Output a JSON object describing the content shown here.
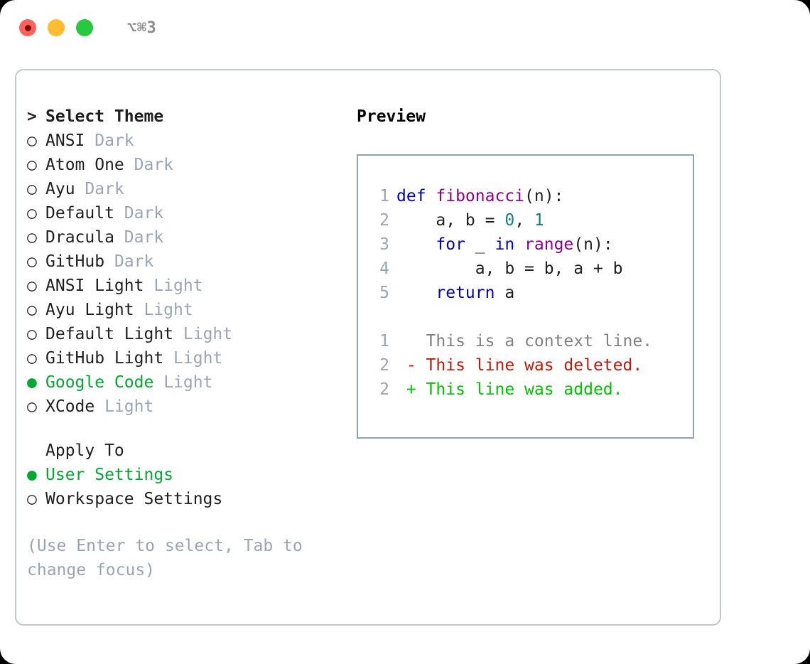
{
  "window": {
    "shortcut_label": "⌥⌘3",
    "traffic_lights": [
      {
        "name": "close",
        "color": "#ff6159"
      },
      {
        "name": "minimize",
        "color": "#febc2e"
      },
      {
        "name": "zoom",
        "color": "#28c840"
      }
    ]
  },
  "theme_list": {
    "header_marker": ">",
    "header_label": "Select Theme",
    "bullet_selected": "●",
    "bullet_unselected": "○",
    "items": [
      {
        "label": "ANSI",
        "suffix": "Dark",
        "selected": false
      },
      {
        "label": "Atom One",
        "suffix": "Dark",
        "selected": false
      },
      {
        "label": "Ayu",
        "suffix": "Dark",
        "selected": false
      },
      {
        "label": "Default",
        "suffix": "Dark",
        "selected": false
      },
      {
        "label": "Dracula",
        "suffix": "Dark",
        "selected": false
      },
      {
        "label": "GitHub",
        "suffix": "Dark",
        "selected": false
      },
      {
        "label": "ANSI Light",
        "suffix": "Light",
        "selected": false
      },
      {
        "label": "Ayu Light",
        "suffix": "Light",
        "selected": false
      },
      {
        "label": "Default Light",
        "suffix": "Light",
        "selected": false
      },
      {
        "label": "GitHub Light",
        "suffix": "Light",
        "selected": false
      },
      {
        "label": "Google Code",
        "suffix": "Light",
        "selected": true
      },
      {
        "label": "XCode",
        "suffix": "Light",
        "selected": false
      }
    ]
  },
  "apply_to": {
    "header_label": "Apply To",
    "items": [
      {
        "label": "User Settings",
        "selected": true
      },
      {
        "label": "Workspace Settings",
        "selected": false
      }
    ]
  },
  "hint": {
    "text": "(Use Enter to select, Tab to change focus)"
  },
  "preview": {
    "title": "Preview",
    "code_lines": [
      {
        "number": "1",
        "tokens": [
          {
            "text": "def ",
            "kind": "kw"
          },
          {
            "text": "fibonacci",
            "kind": "fn"
          },
          {
            "text": "(n):",
            "kind": "txt"
          }
        ]
      },
      {
        "number": "2",
        "tokens": [
          {
            "text": "    a, b = ",
            "kind": "txt"
          },
          {
            "text": "0",
            "kind": "num"
          },
          {
            "text": ", ",
            "kind": "txt"
          },
          {
            "text": "1",
            "kind": "num"
          }
        ]
      },
      {
        "number": "3",
        "tokens": [
          {
            "text": "    ",
            "kind": "txt"
          },
          {
            "text": "for",
            "kind": "kw"
          },
          {
            "text": " _ ",
            "kind": "txt"
          },
          {
            "text": "in",
            "kind": "kw"
          },
          {
            "text": " ",
            "kind": "txt"
          },
          {
            "text": "range",
            "kind": "fn"
          },
          {
            "text": "(n):",
            "kind": "txt"
          }
        ]
      },
      {
        "number": "4",
        "tokens": [
          {
            "text": "        a, b = b, a + b",
            "kind": "txt"
          }
        ]
      },
      {
        "number": "5",
        "tokens": [
          {
            "text": "    ",
            "kind": "txt"
          },
          {
            "text": "return",
            "kind": "kw"
          },
          {
            "text": " a",
            "kind": "txt"
          }
        ]
      }
    ],
    "diff_lines": [
      {
        "number": "1",
        "tokens": [
          {
            "text": "   This is a context line.",
            "kind": "ctx"
          }
        ]
      },
      {
        "number": "2",
        "tokens": [
          {
            "text": " - This line was deleted.",
            "kind": "del"
          }
        ]
      },
      {
        "number": "2",
        "tokens": [
          {
            "text": " + This line was added.",
            "kind": "add"
          }
        ]
      }
    ]
  },
  "colors": {
    "accent_green": "#00a832",
    "muted": "#9aa5b4",
    "panel_border": "#bfc7d1",
    "preview_border": "#8fa3b5",
    "keyword": "#0000c0",
    "function": "#8b008b",
    "number": "#0f8080",
    "context": "#808080",
    "deleted": "#c21807",
    "added": "#00c000"
  }
}
